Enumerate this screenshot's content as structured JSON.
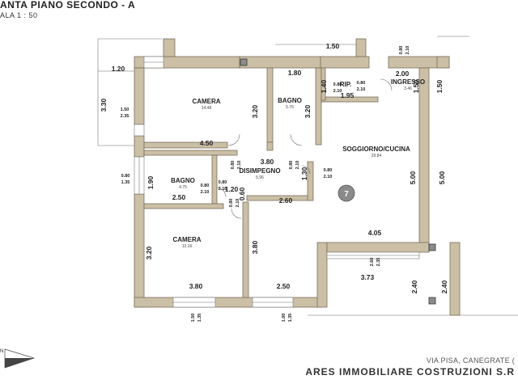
{
  "header": {
    "title": "ANTA PIANO SECONDO - A",
    "scale": "ALA 1 : 50"
  },
  "rooms": [
    {
      "name": "CAMERA",
      "area": "14.48"
    },
    {
      "name": "BAGNO",
      "area": "5.76"
    },
    {
      "name": "RIP.",
      "area": ""
    },
    {
      "name": "INGRESSO",
      "area": "3.46"
    },
    {
      "name": "SOGGIORNO/CUCINA",
      "area": "29.84"
    },
    {
      "name": "DISIMPEGNO",
      "area": "5.96"
    },
    {
      "name": "BAGNO",
      "area": "4.75"
    },
    {
      "name": "CAMERA",
      "area": "12.16"
    }
  ],
  "dimensions": {
    "top_1_50": "1.50",
    "left_1_20": "1.20",
    "bagno_top_1_80": "1.80",
    "rip_1_40": "1.40",
    "rip_1_95": "1.95",
    "ingresso_2_00": "2.00",
    "right_1_50": "1.50",
    "left_3_30": "3.30",
    "camera_3_20": "3.20",
    "bagno_3_20": "3.20",
    "width_4_50": "4.50",
    "dis_3_80": "3.80",
    "dis_1_30": "1.30",
    "bagno_1_90": "1.90",
    "dis_1_20": "1.20",
    "bagno_2_50": "2.50",
    "dis_0_60": "0.60",
    "dis_2_60": "2.60",
    "sogg_5_00": "5.00",
    "right_5_00": "5.00",
    "sogg_4_05": "4.05",
    "camera2_3_20": "3.20",
    "camera2_3_80": "3.80",
    "bottom_3_80": "3.80",
    "bottom_2_50": "2.50",
    "sogg_3_73": "3.73",
    "right_2_40": "2.40",
    "far_2_40": "2.40"
  },
  "openings": {
    "o1": "1.50",
    "o1b": "2.35",
    "o2": "0.80",
    "o2b": "1.35",
    "o3": "0.80",
    "o3b": "2.10",
    "o4": "0.80",
    "o4b": "2.10",
    "o5": "0.80",
    "o5b": "2.10",
    "o6": "0.80",
    "o6b": "2.10",
    "o7": "0.80",
    "o7b": "2.10",
    "o8": "0.80",
    "o8b": "2.10",
    "o9": "0.80",
    "o9b": "2.10",
    "o10": "2.60",
    "o10b": "2.35",
    "o11": "1.50",
    "o11b": "1.35",
    "o12": "1.00",
    "o12b": "1.35",
    "o13": "0.80",
    "o13b": "2.10",
    "o14": "0.80",
    "o14b": "2.10"
  },
  "marker": "7",
  "north_label": "N",
  "footer": {
    "address": "VIA PISA, CANEGRATE (",
    "company": "ARES IMMOBILIARE COSTRUZIONI S.R"
  },
  "colors": {
    "wall": "#cbbfa6",
    "marker": "#8a8a8a"
  }
}
